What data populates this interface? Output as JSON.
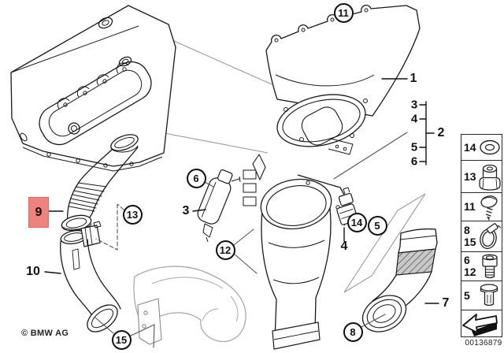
{
  "footer": {
    "copyright": "© BMW AG",
    "image_number": "00136879"
  },
  "colors": {
    "highlight_fill": "#F0827E",
    "highlight_stroke": "#D96868",
    "ink": "#1a1a1a",
    "gray_line": "#999999"
  },
  "callouts": {
    "circled": [
      {
        "label": "11"
      },
      {
        "label": "13"
      },
      {
        "label": "6"
      },
      {
        "label": "12"
      },
      {
        "label": "14"
      },
      {
        "label": "5"
      },
      {
        "label": "8"
      },
      {
        "label": "15"
      }
    ],
    "plain": [
      {
        "label": "1"
      },
      {
        "label": "2"
      },
      {
        "label": "3"
      },
      {
        "label": "4"
      },
      {
        "label": "7"
      },
      {
        "label": "10"
      }
    ],
    "highlighted": {
      "label": "9"
    },
    "bracket": {
      "labels": [
        "3",
        "4",
        "5",
        "6"
      ]
    }
  },
  "legend": {
    "rows": [
      {
        "numbers": [
          "14"
        ],
        "icon": "grommet-icon"
      },
      {
        "numbers": [
          "13"
        ],
        "icon": "rubber-mount-icon"
      },
      {
        "numbers": [
          "11"
        ],
        "icon": "tapping-screw-icon"
      },
      {
        "numbers": [
          "8",
          "15"
        ],
        "icon": "hose-clamp-icon"
      },
      {
        "numbers": [
          "6",
          "12"
        ],
        "icon": "hex-socket-bolt-icon"
      },
      {
        "numbers": [
          "5"
        ],
        "icon": "shoulder-screw-icon"
      }
    ]
  }
}
